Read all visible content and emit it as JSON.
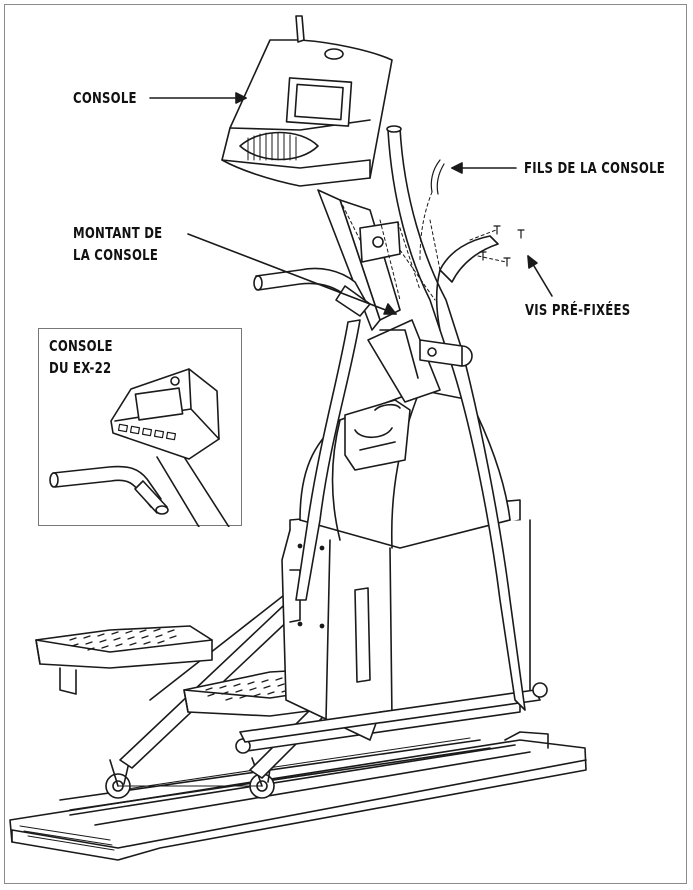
{
  "labels": {
    "console": "CONSOLE",
    "console_wires": "FILS DE LA CONSOLE",
    "console_mast_line1": "MONTANT DE",
    "console_mast_line2": "LA CONSOLE",
    "preinstalled_screws": "VIS PRÉ-FIXÉES",
    "inset_title_line1": "CONSOLE",
    "inset_title_line2": "DU EX-22"
  }
}
